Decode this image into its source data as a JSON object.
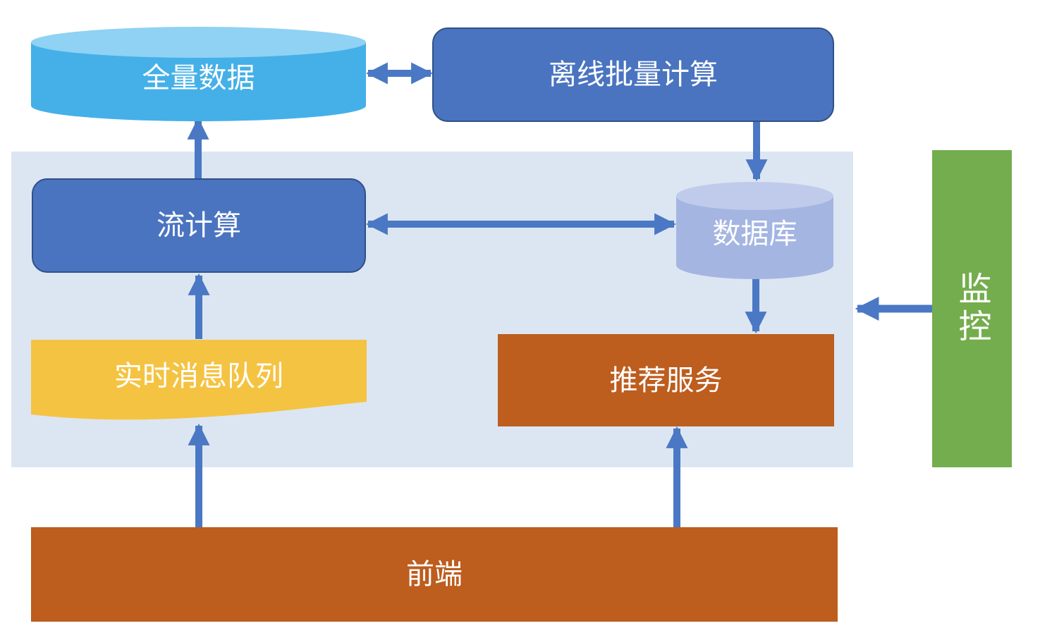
{
  "diagram": {
    "nodes": {
      "full_data": {
        "label": "全量数据",
        "shape": "cylinder"
      },
      "offline_batch": {
        "label": "离线批量计算",
        "shape": "rounded-rect"
      },
      "stream_compute": {
        "label": "流计算",
        "shape": "rounded-rect"
      },
      "database": {
        "label": "数据库",
        "shape": "cylinder"
      },
      "realtime_queue": {
        "label": "实时消息队列",
        "shape": "wave"
      },
      "recommend_service": {
        "label": "推荐服务",
        "shape": "rect"
      },
      "frontend": {
        "label": "前端",
        "shape": "rect"
      },
      "monitor": {
        "label": "监控",
        "shape": "vertical-bar"
      }
    },
    "edges": [
      {
        "from": "full_data",
        "to": "offline_batch",
        "type": "bidirectional"
      },
      {
        "from": "stream_compute",
        "to": "full_data",
        "type": "single"
      },
      {
        "from": "offline_batch",
        "to": "database",
        "type": "single"
      },
      {
        "from": "stream_compute",
        "to": "database",
        "type": "bidirectional"
      },
      {
        "from": "database",
        "to": "recommend_service",
        "type": "single"
      },
      {
        "from": "realtime_queue",
        "to": "stream_compute",
        "type": "single"
      },
      {
        "from": "frontend",
        "to": "realtime_queue",
        "type": "single"
      },
      {
        "from": "frontend",
        "to": "recommend_service",
        "type": "single"
      },
      {
        "from": "monitor",
        "to": "realtime_zone",
        "type": "single"
      }
    ]
  },
  "colors": {
    "panel_bg": "#dce6f2",
    "cyan_body": "#45b0e8",
    "cyan_top": "#8fd2f3",
    "blue_fill": "#4a74c0",
    "blue_border": "#2f5187",
    "periwinkle_body": "#a4b5e2",
    "periwinkle_top": "#c0cbec",
    "yellow": "#f5c342",
    "orange": "#bd5d1e",
    "green": "#74ad4d",
    "arrow": "#4a78c4",
    "label_text": "#ffffff"
  }
}
